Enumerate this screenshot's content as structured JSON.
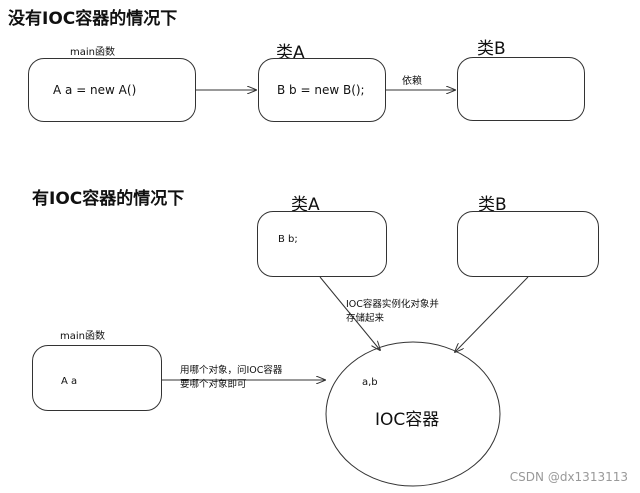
{
  "section1": {
    "title": "没有IOC容器的情况下",
    "main_label": "main函数",
    "main_code": "A  a = new A()",
    "classA_label": "类A",
    "classA_code": "B b = new B();",
    "classB_label": "类B",
    "dependency_label": "依赖"
  },
  "section2": {
    "title": "有IOC容器的情况下",
    "classA_label": "类A",
    "classA_code": "B  b;",
    "classB_label": "类B",
    "instantiate_note_line1": "IOC容器实例化对象并",
    "instantiate_note_line2": "存储起来",
    "main_label": "main函数",
    "main_code": "A a",
    "request_note_line1": "用哪个对象，问IOC容器",
    "request_note_line2": "要哪个对象即可",
    "container_content": "a,b",
    "container_label": "IOC容器"
  },
  "watermark": "CSDN @dx1313113"
}
